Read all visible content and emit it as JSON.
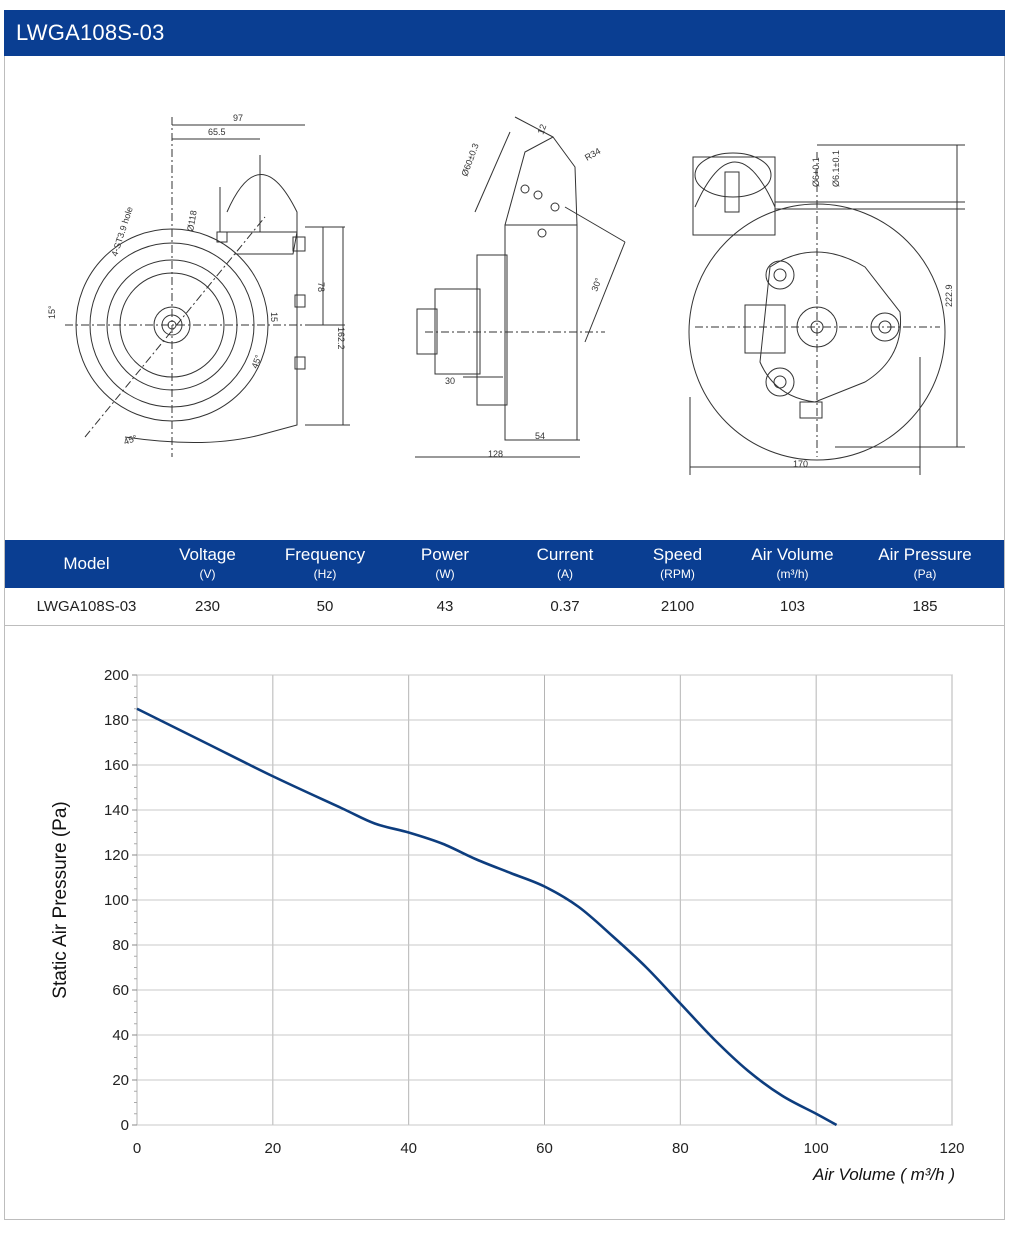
{
  "header": {
    "title": "LWGA108S-03"
  },
  "drawing_labels": {
    "front": [
      "97",
      "65.5",
      "4-ST3.9 hole",
      "Ø118",
      "78",
      "162.2",
      "15°",
      "15",
      "45°",
      "45°"
    ],
    "side": [
      "Ø60±0.3",
      "12",
      "R34",
      "30°",
      "30",
      "54",
      "128"
    ],
    "back": [
      "Ø6.1±0.1",
      "Ø6+0.1",
      "222.9",
      "170"
    ]
  },
  "spec_table": {
    "columns": [
      {
        "label": "Model",
        "unit": ""
      },
      {
        "label": "Voltage",
        "unit": "(V)"
      },
      {
        "label": "Frequency",
        "unit": "(Hz)"
      },
      {
        "label": "Power",
        "unit": "(W)"
      },
      {
        "label": "Current",
        "unit": "(A)"
      },
      {
        "label": "Speed",
        "unit": "(RPM)"
      },
      {
        "label": "Air Volume",
        "unit": "(m³/h)"
      },
      {
        "label": "Air Pressure",
        "unit": "(Pa)"
      }
    ],
    "row": [
      "LWGA108S-03",
      "230",
      "50",
      "43",
      "0.37",
      "2100",
      "103",
      "185"
    ]
  },
  "chart_data": {
    "type": "line",
    "title": "",
    "xlabel": "Air Volume ( m³/h )",
    "ylabel": "Static Air Pressure  (Pa)",
    "xlim": [
      0,
      120
    ],
    "ylim": [
      0,
      200
    ],
    "xticks": [
      0,
      20,
      40,
      60,
      80,
      100,
      120
    ],
    "yticks": [
      0,
      20,
      40,
      60,
      80,
      100,
      120,
      140,
      160,
      180,
      200
    ],
    "grid": true,
    "series": [
      {
        "color": "#0d3d7e",
        "x": [
          0,
          10,
          20,
          30,
          35,
          40,
          45,
          50,
          55,
          60,
          65,
          70,
          75,
          80,
          85,
          90,
          95,
          100,
          103
        ],
        "y": [
          185,
          170,
          155,
          141,
          134,
          130,
          125,
          118,
          112,
          106,
          97,
          84,
          70,
          54,
          38,
          24,
          13,
          5,
          0
        ]
      }
    ]
  }
}
